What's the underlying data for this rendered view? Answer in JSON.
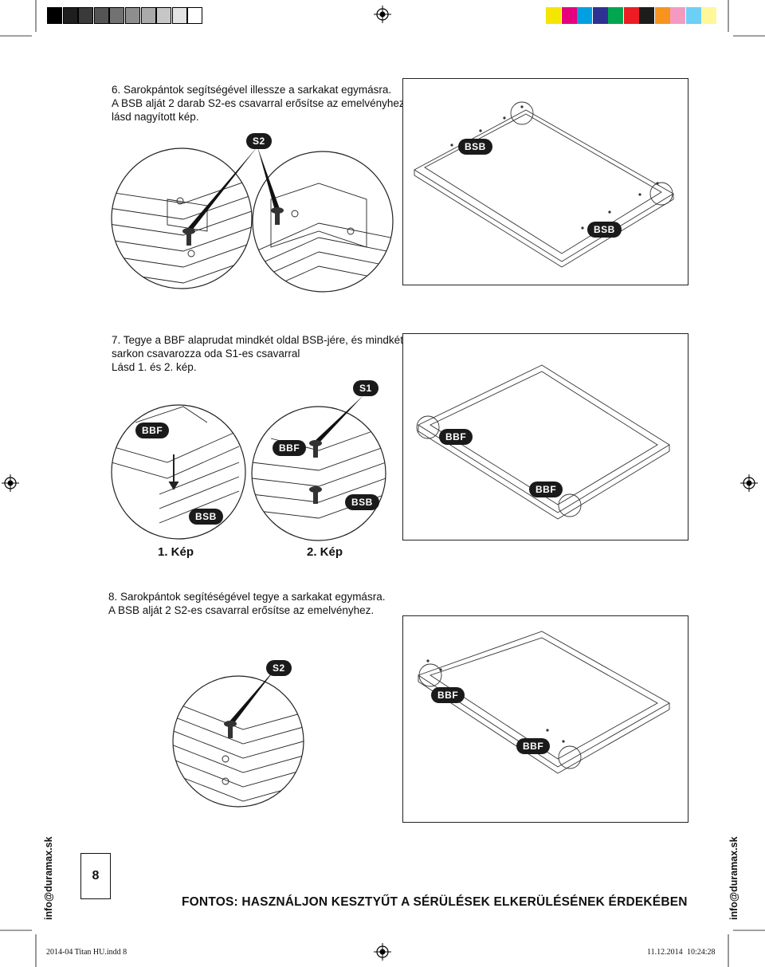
{
  "colors": {
    "grayscale": [
      "#000000",
      "#1e1e1e",
      "#3a3a3a",
      "#555555",
      "#727272",
      "#8e8e8e",
      "#aaaaaa",
      "#c6c6c6",
      "#e3e3e3",
      "#ffffff"
    ],
    "process": [
      "#f4e600",
      "#e6007e",
      "#00a0e3",
      "#2e3192",
      "#00a650",
      "#ed1c24",
      "#1d1d1b",
      "#f7941d",
      "#f49ac1",
      "#6dcff6",
      "#fff799"
    ]
  },
  "step6": {
    "lines": [
      "6. Sarokpántok segítségével illessze a sarkakat egymásra.",
      "A BSB alját 2 darab S2-es csavarral erősítse az emelvényhez,",
      "lásd nagyított kép."
    ],
    "tag_s2": "S2",
    "tag_bsb_top": "BSB",
    "tag_bsb_bottom": "BSB"
  },
  "step7": {
    "lines": [
      "7. Tegye a BBF alaprudat mindkét oldal BSB-jére, és mindkét",
      "sarkon csavarozza oda S1-es csavarral",
      "Lásd 1. és 2. kép."
    ],
    "tag_s1": "S1",
    "tag_bbf_1": "BBF",
    "tag_bsb_1": "BSB",
    "tag_bbf_2": "BBF",
    "tag_bsb_2": "BSB",
    "tag_bbf_frame_top": "BBF",
    "tag_bbf_frame_bottom": "BBF",
    "caption1": "1. Kép",
    "caption2": "2. Kép"
  },
  "step8": {
    "lines": [
      "8. Sarokpántok segítéségével tegye a sarkakat egymásra.",
      "A BSB alját 2 S2-es csavarral erősítse az emelvényhez."
    ],
    "tag_s2": "S2",
    "tag_bbf_top": "BBF",
    "tag_bbf_bottom": "BBF"
  },
  "footer": {
    "page_number": "8",
    "warning": "FONTOS: HASZNÁLJON KESZTYŰT A SÉRÜLÉSEK ELKERÜLÉSÉNEK ÉRDEKÉBEN",
    "side_email": "info@duramax.sk",
    "slug_left": "2014-04 Titan HU.indd   8",
    "slug_date": "11.12.2014",
    "slug_time": "10:24:28"
  }
}
